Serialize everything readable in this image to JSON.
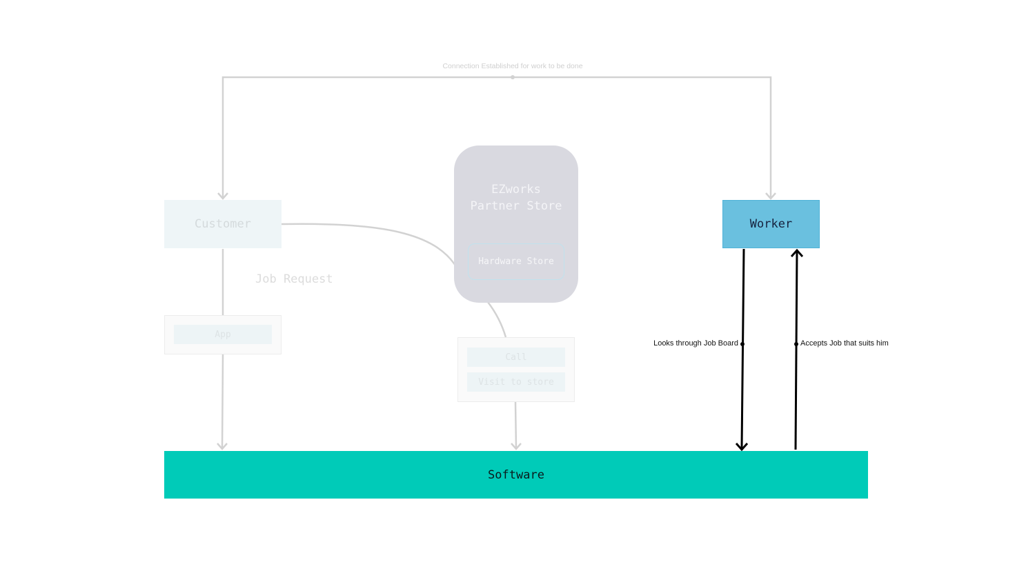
{
  "connection_label": "Connection Established for work to be done",
  "nodes": {
    "customer": "Customer",
    "worker": "Worker",
    "store_title_line1": "EZworks",
    "store_title_line2": "Partner Store",
    "hardware_store": "Hardware Store",
    "app": "App",
    "call": "Call",
    "visit": "Visit to store",
    "software": "Software"
  },
  "edge_labels": {
    "job_request": "Job Request",
    "looks": "Looks through Job Board",
    "accepts": "Accepts Job that suits him"
  },
  "colors": {
    "worker": "#6ac0df",
    "software": "#00cbb8",
    "store": "#d9d9e0",
    "faded_lines": "#d2d2d2"
  }
}
